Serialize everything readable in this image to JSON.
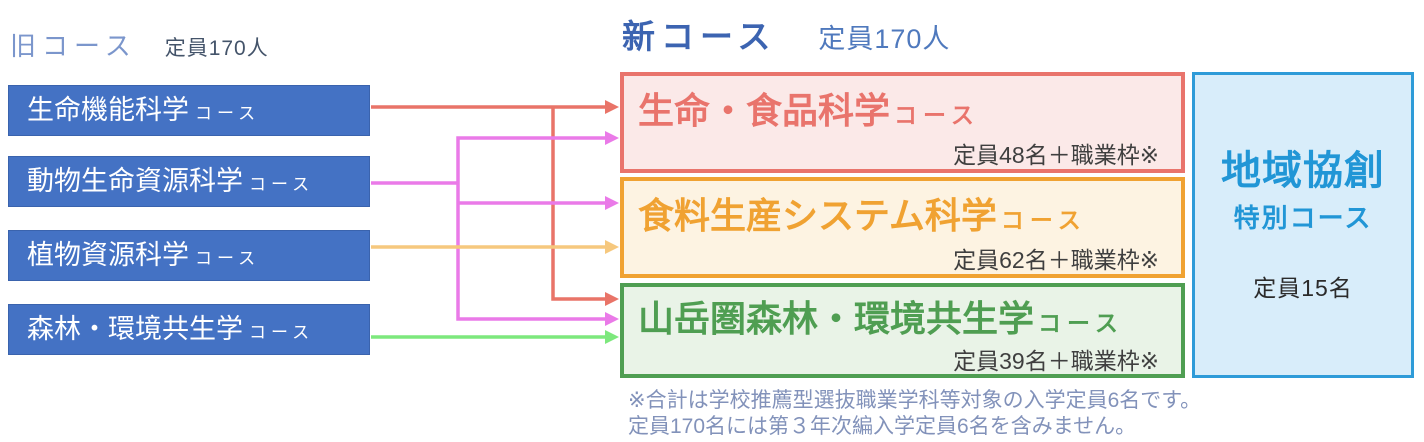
{
  "old_section": {
    "title": "旧コース",
    "capacity": "定員170人",
    "courses": [
      {
        "name": "生命機能科学",
        "suffix": "コース"
      },
      {
        "name": "動物生命資源科学",
        "suffix": "コース"
      },
      {
        "name": "植物資源科学",
        "suffix": "コース"
      },
      {
        "name": "森林・環境共生学",
        "suffix": "コース"
      }
    ],
    "box_color": "#4472c4",
    "text_color": "#ffffff"
  },
  "new_section": {
    "title": "新コース",
    "capacity": "定員170人",
    "courses": [
      {
        "name": "生命・食品科学",
        "suffix": "コース",
        "capacity": "定員48名＋職業枠※",
        "accent": "#e9746c",
        "fill": "#fbe9e8"
      },
      {
        "name": "食料生産システム科学",
        "suffix": "コース",
        "capacity": "定員62名＋職業枠※",
        "accent": "#f0a232",
        "fill": "#fdf3e2"
      },
      {
        "name": "山岳圏森林・環境共生学",
        "suffix": "コース",
        "capacity": "定員39名＋職業枠※",
        "accent": "#4f9e52",
        "fill": "#e9f3e7"
      }
    ]
  },
  "special_course": {
    "title": "地域協創",
    "subtitle": "特別コース",
    "capacity": "定員15名",
    "accent": "#2196d6",
    "fill": "#d8edfa"
  },
  "footnote": {
    "line1": "※合計は学校推薦型選抜職業学科等対象の入学定員6名です。",
    "line2": "定員170名には第３年次編入学定員6名を含みません。"
  },
  "connections": [
    {
      "from": "生命機能科学コース",
      "to": [
        "生命・食品科学コース",
        "山岳圏森林・環境共生学コース"
      ],
      "color": "#e97468"
    },
    {
      "from": "動物生命資源科学コース",
      "to": [
        "生命・食品科学コース",
        "食料生産システム科学コース",
        "山岳圏森林・環境共生学コース"
      ],
      "color": "#ea7ae8"
    },
    {
      "from": "植物資源科学コース",
      "to": [
        "食料生産システム科学コース"
      ],
      "color": "#f6c87e"
    },
    {
      "from": "森林・環境共生学コース",
      "to": [
        "山岳圏森林・環境共生学コース"
      ],
      "color": "#7de87d"
    }
  ]
}
